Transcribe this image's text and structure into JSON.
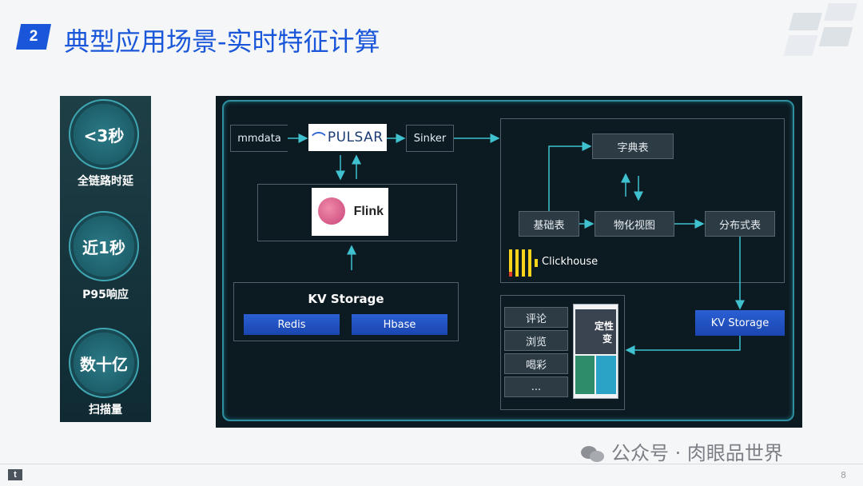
{
  "header": {
    "section_number": "2",
    "title": "典型应用场景-实时特征计算"
  },
  "metrics": [
    {
      "value": "<3秒",
      "label": "全链路时延"
    },
    {
      "value": "近1秒",
      "label": "P95响应"
    },
    {
      "value": "数十亿",
      "label": "扫描量"
    }
  ],
  "diagram": {
    "mmdata": "mmdata",
    "pulsar": "PULSAR",
    "sinker": "Sinker",
    "flink": "Flink",
    "kv_storage_title": "KV Storage",
    "redis": "Redis",
    "hbase": "Hbase",
    "dictionary_table": "字典表",
    "base_table": "基础表",
    "materialized_view": "物化视图",
    "distributed_table": "分布式表",
    "clickhouse": "Clickhouse",
    "kv_storage_right": "KV Storage",
    "features": [
      "评论",
      "浏览",
      "喝彩",
      "..."
    ],
    "phone_text": [
      "定性",
      "变"
    ]
  },
  "footer": {
    "wechat": "公众号 · 肉眼品世界",
    "page_number": "8"
  },
  "colors": {
    "accent_blue": "#1a56d9",
    "arrow": "#3fc1cf",
    "panel_bg": "#0c1a22"
  }
}
